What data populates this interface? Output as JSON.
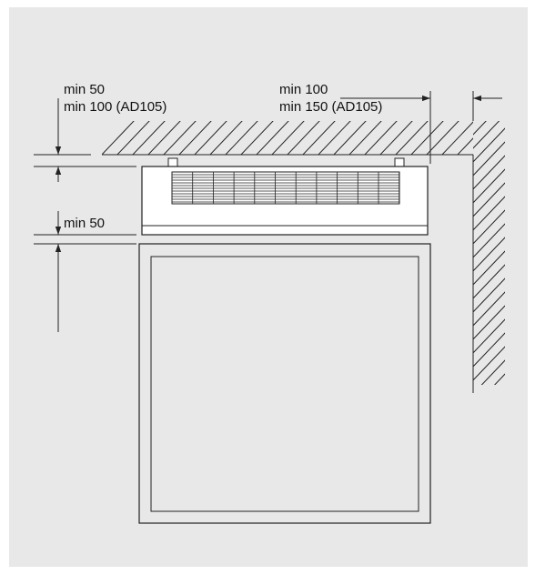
{
  "colors": {
    "panel_background": "#e8e8e8",
    "line": "#222222",
    "unit_fill": "#ffffff"
  },
  "labels": {
    "top_clearance_line1": "min 50",
    "top_clearance_line2": "min 100 (AD105)",
    "side_clearance_line1": "min 100",
    "side_clearance_line2": "min 150 (AD105)",
    "panel_gap": "min 50"
  }
}
